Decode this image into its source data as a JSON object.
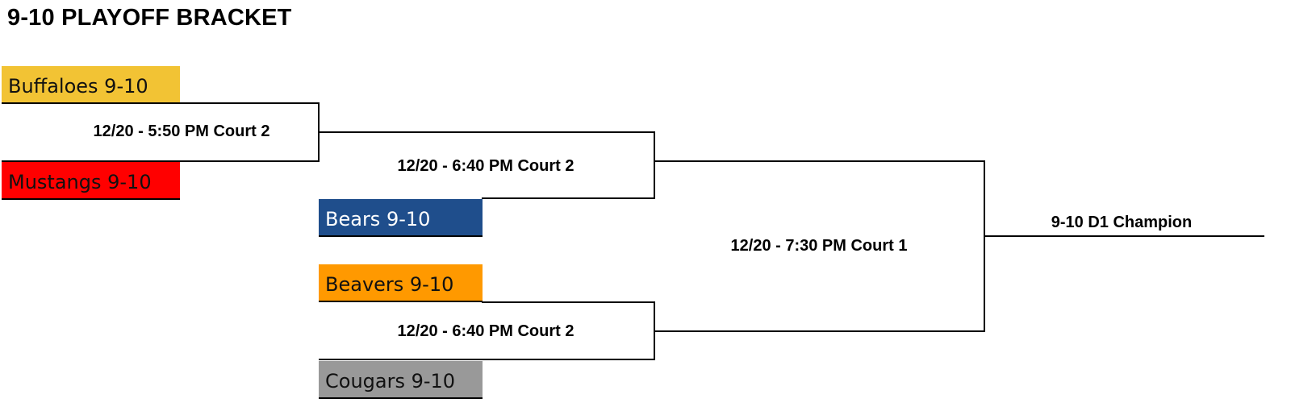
{
  "title": "9-10 PLAYOFF BRACKET",
  "teams": [
    {
      "name": "Buffaloes 9-10",
      "color": "#F2C334"
    },
    {
      "name": "Mustangs 9-10",
      "color": "#FF0000"
    },
    {
      "name": "Bears 9-10",
      "color": "#1F4E8C"
    },
    {
      "name": "Beavers 9-10",
      "color": "#FF9900"
    },
    {
      "name": "Cougars 9-10",
      "color": "#999999"
    }
  ],
  "games": [
    {
      "label": "12/20 - 5:50 PM Court 2"
    },
    {
      "label": "12/20 - 6:40 PM Court 2"
    },
    {
      "label": "12/20 - 6:40 PM Court 2"
    },
    {
      "label": "12/20 - 7:30 PM Court 1"
    }
  ],
  "champion": {
    "label": "9-10 D1 Champion"
  }
}
